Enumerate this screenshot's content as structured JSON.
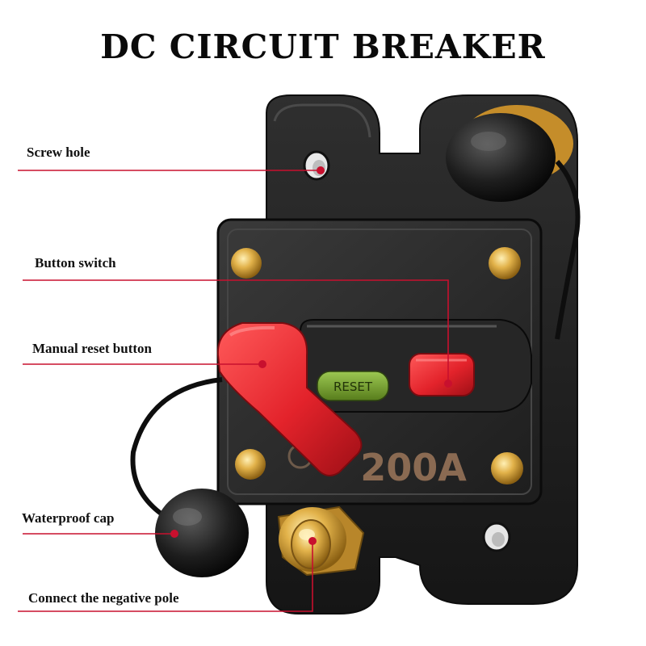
{
  "title": "DC CIRCUIT BREAKER",
  "callouts": {
    "screw_hole": "Screw hole",
    "button_switch": "Button switch",
    "manual_reset_button": "Manual reset button",
    "waterproof_cap": "Waterproof cap",
    "negative_pole": "Connect the negative pole"
  },
  "device": {
    "reset_label": "RESET",
    "rating_label": "200A"
  },
  "colors": {
    "callout_line": "#c8102e",
    "lever_red": "#e3232b",
    "reset_green": "#6f9a2a",
    "brass": "#d6a53a",
    "housing_black": "#1c1c1c"
  }
}
